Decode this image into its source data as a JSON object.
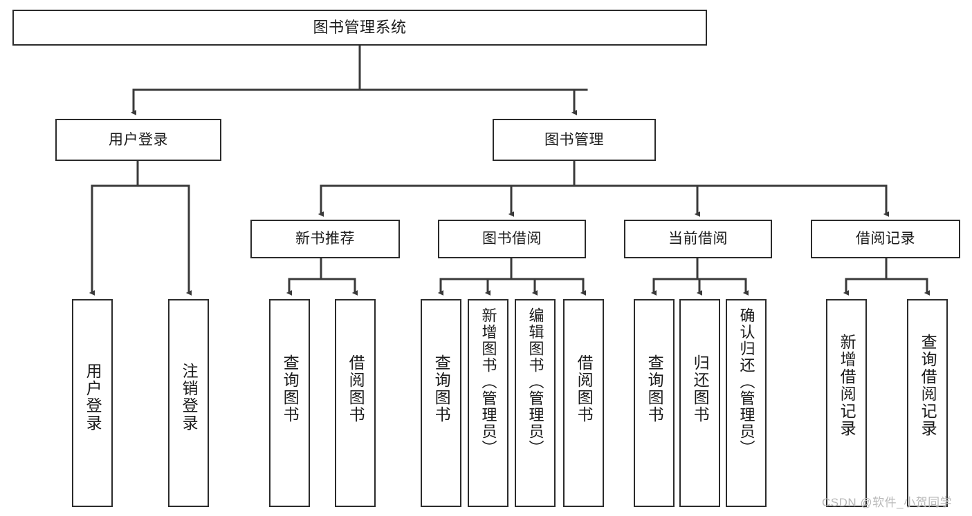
{
  "diagram": {
    "title": "图书管理系统",
    "type": "hierarchy-tree",
    "watermark": "CSDN @软件_小贺同学",
    "colors": {
      "box_border": "#2b2b2b",
      "box_fill": "#ffffff",
      "connector": "#3a3a3a",
      "text": "#1b1b1b",
      "watermark": "#b9b9b9",
      "background": "#ffffff"
    },
    "nodes": {
      "root": {
        "label": "图书管理系统"
      },
      "level1": [
        {
          "id": "user-login",
          "label": "用户登录"
        },
        {
          "id": "book-manage",
          "label": "图书管理"
        }
      ],
      "level2": [
        {
          "id": "new-book-recommend",
          "label": "新书推荐"
        },
        {
          "id": "book-borrow",
          "label": "图书借阅"
        },
        {
          "id": "current-borrow",
          "label": "当前借阅"
        },
        {
          "id": "borrow-record",
          "label": "借阅记录"
        }
      ],
      "leaves": {
        "user_login": [
          {
            "id": "leaf-user-login",
            "label": "用户登录"
          },
          {
            "id": "leaf-logout-login",
            "label": "注销登录"
          }
        ],
        "new_book_recommend": [
          {
            "id": "leaf-query-book-1",
            "label": "查询图书"
          },
          {
            "id": "leaf-borrow-book-1",
            "label": "借阅图书"
          }
        ],
        "book_borrow": [
          {
            "id": "leaf-query-book-2",
            "label": "查询图书"
          },
          {
            "id": "leaf-add-book-admin",
            "label": "新增图书（管理员）"
          },
          {
            "id": "leaf-edit-book-admin",
            "label": "编辑图书（管理员）"
          },
          {
            "id": "leaf-borrow-book-2",
            "label": "借阅图书"
          }
        ],
        "current_borrow": [
          {
            "id": "leaf-query-book-3",
            "label": "查询图书"
          },
          {
            "id": "leaf-return-book",
            "label": "归还图书"
          },
          {
            "id": "leaf-confirm-return-admin",
            "label": "确认归还（管理员）"
          }
        ],
        "borrow_record": [
          {
            "id": "leaf-add-borrow-record",
            "label": "新增借阅记录"
          },
          {
            "id": "leaf-query-borrow-record",
            "label": "查询借阅记录"
          }
        ]
      }
    }
  }
}
